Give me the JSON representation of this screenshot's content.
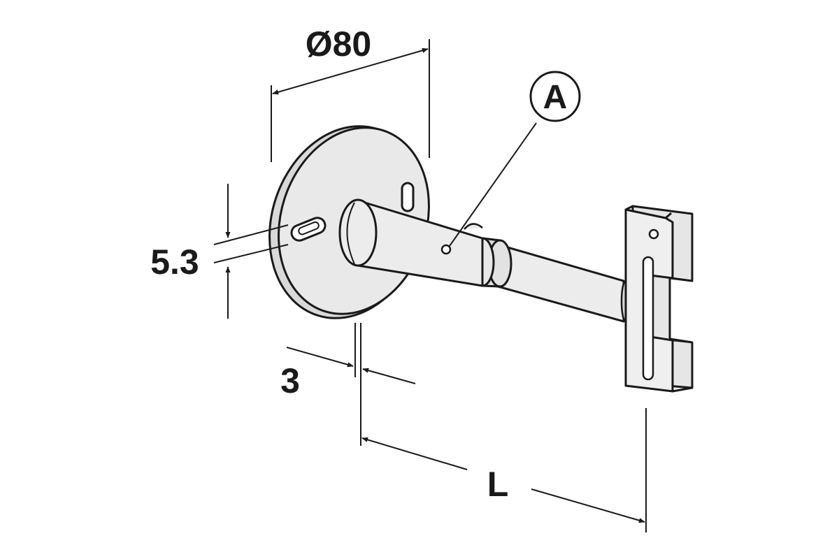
{
  "dimensions": {
    "diameter": "Ø80",
    "slot_height": "5.3",
    "plate_thickness": "3",
    "length": "L"
  },
  "callout": {
    "label": "A"
  },
  "colors": {
    "line": "#1a1a1a",
    "metal_fill": "#e8e8e8",
    "background": "#ffffff"
  }
}
